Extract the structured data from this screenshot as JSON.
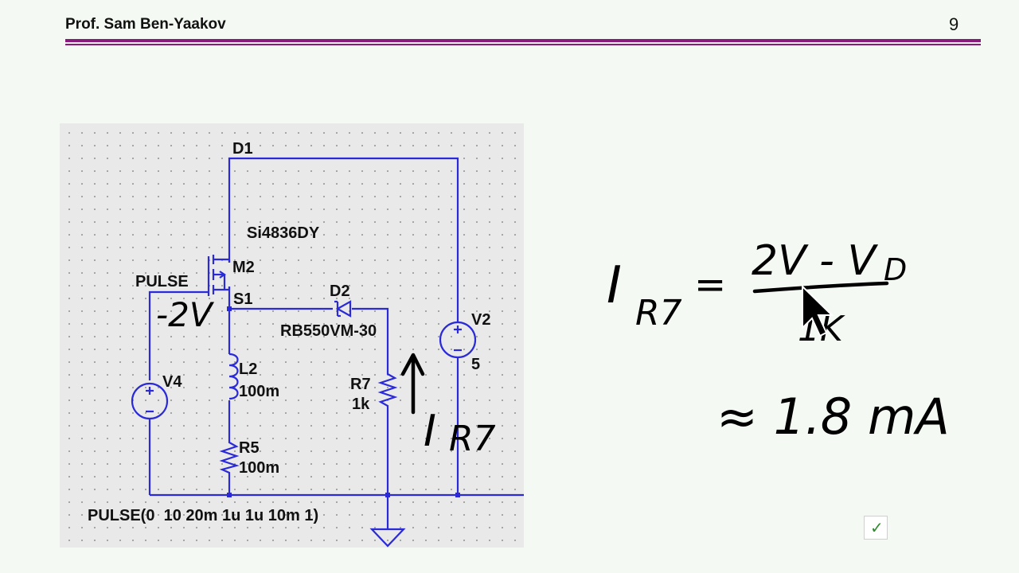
{
  "header": {
    "author": "Prof. Sam Ben-Yaakov",
    "page_number": "9"
  },
  "schematic": {
    "nodes": {
      "d1": "D1",
      "s1": "S1"
    },
    "mosfet": {
      "model": "Si4836DY",
      "ref": "M2"
    },
    "gate_source": "PULSE",
    "diode": {
      "ref": "D2",
      "model": "RB550VM-30"
    },
    "inductor": {
      "ref": "L2",
      "value": "100m"
    },
    "resistor_r5": {
      "ref": "R5",
      "value": "100m"
    },
    "resistor_r7": {
      "ref": "R7",
      "value": "1k"
    },
    "source_v4": {
      "ref": "V4"
    },
    "source_v2": {
      "ref": "V2",
      "value": "5"
    },
    "pulse_spec": "PULSE(0  10 20m 1u 1u 10m 1)"
  },
  "annotations": {
    "voltage_note": "-2V",
    "current_label": {
      "base": "I",
      "sub": "R7"
    },
    "formula": {
      "lhs_base": "I",
      "lhs_sub": "R7",
      "equals": "=",
      "numerator_main": "2V - V",
      "numerator_sub": "D",
      "denominator": "1K"
    },
    "result": "≈ 1.8 mA"
  },
  "colors": {
    "header_rule": "#8a1a7e",
    "wire": "#2a2ad8",
    "panel": "#e9e9e9",
    "background": "#f4faf3",
    "ink": "#000000"
  }
}
